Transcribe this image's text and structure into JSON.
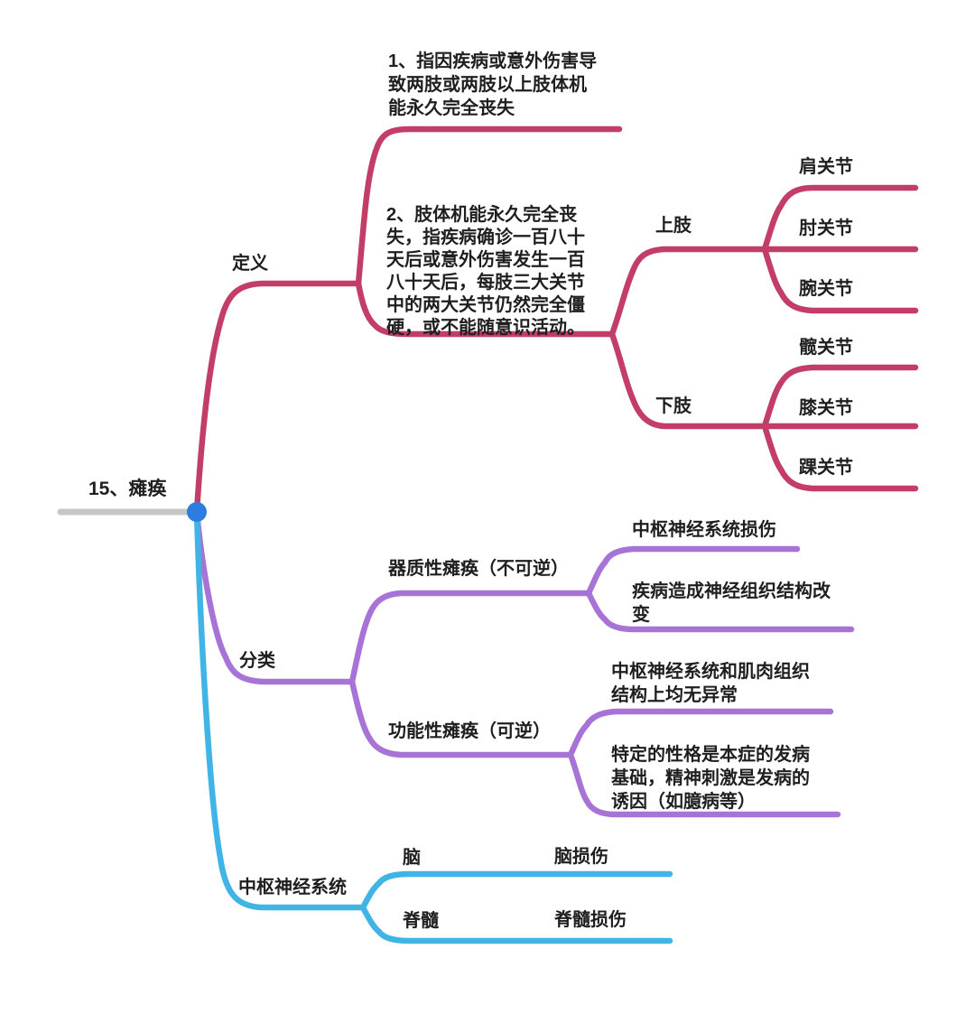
{
  "colors": {
    "branch_definition": "#c23e67",
    "branch_classification": "#a873d6",
    "branch_cns": "#41b4e6",
    "root_line": "#c7c7c7",
    "root_dot": "#2d7de0",
    "text": "#1f1f1f"
  },
  "root": {
    "label": "15、瘫痪"
  },
  "definition": {
    "label": "定义",
    "item1_lines": [
      "1、指因疾病或意外伤害导",
      "致两肢或两肢以上肢体机",
      "能永久完全丧失"
    ],
    "item2_lines": [
      "2、肢体机能永久完全丧",
      "失，指疾病确诊一百八十",
      "天后或意外伤害发生一百",
      "八十天后，每肢三大关节",
      "中的两大关节仍然完全僵",
      "硬，或不能随意识活动。"
    ],
    "upper": {
      "label": "上肢",
      "joints": [
        "肩关节",
        "肘关节",
        "腕关节"
      ]
    },
    "lower": {
      "label": "下肢",
      "joints": [
        "髋关节",
        "膝关节",
        "踝关节"
      ]
    }
  },
  "classification": {
    "label": "分类",
    "organic": {
      "label": "器质性瘫痪（不可逆）",
      "cause1": "中枢神经系统损伤",
      "cause2_lines": [
        "疾病造成神经组织结构改",
        "变"
      ]
    },
    "functional": {
      "label": "功能性瘫痪（可逆）",
      "feature1_lines": [
        "中枢神经系统和肌肉组织",
        "结构上均无异常"
      ],
      "feature2_lines": [
        "特定的性格是本症的发病",
        "基础，精神刺激是发病的",
        "诱因（如臆病等）"
      ]
    }
  },
  "cns": {
    "label": "中枢神经系统",
    "brain": "脑",
    "brain_injury": "脑损伤",
    "spinal": "脊髓",
    "spinal_injury": "脊髓损伤"
  }
}
